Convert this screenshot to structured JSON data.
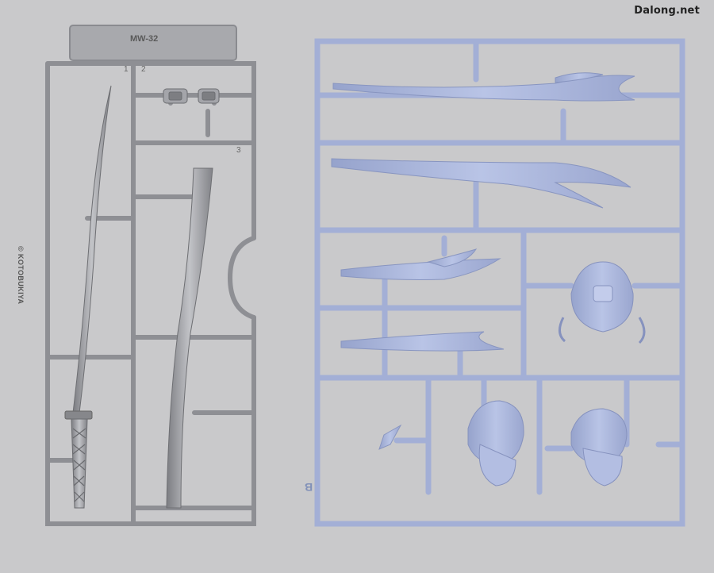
{
  "watermark": "Dalong.net",
  "grey_runner": {
    "tag": "MW-32",
    "brand": "© KOTOBUKIYA",
    "part_numbers": [
      "1",
      "2",
      "3"
    ],
    "color": "#9a9ba0"
  },
  "blue_runner": {
    "letter": "B",
    "color": "#a7b3d8"
  },
  "background_color": "#c9c9cb"
}
